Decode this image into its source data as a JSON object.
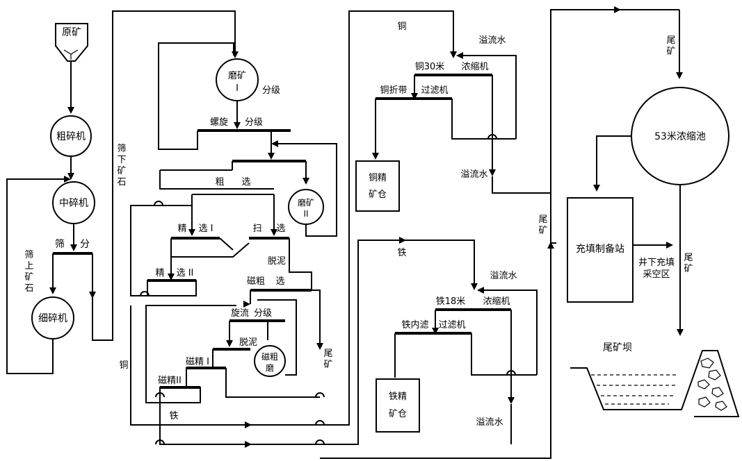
{
  "colors": {
    "ink": "#000000",
    "background": "#ffffff"
  },
  "labels": {
    "raw_ore": "原矿",
    "coarse_crusher": "粗碎机",
    "medium_crusher": "中碎机",
    "fine_crusher": "细碎机",
    "screen": "筛",
    "screen_split": "分",
    "oversize_1": "筛",
    "oversize_2": "上",
    "oversize_3": "矿",
    "oversize_4": "石",
    "undersize_1": "筛",
    "undersize_2": "下",
    "undersize_3": "矿",
    "undersize_4": "石",
    "mill1_a": "磨矿",
    "mill1_b": "I",
    "classify_top": "分级",
    "spiral": "螺旋",
    "spiral_classify": "分级",
    "rougher_a": "粗",
    "rougher_b": "选",
    "mill2_a": "磨矿",
    "mill2_b": "II",
    "cleaner1_a": "精",
    "cleaner1_b": "选 I",
    "scav_a": "扫",
    "scav_b": "选",
    "cleaner2_a": "精",
    "cleaner2_b": "选 II",
    "desludge": "脱泥",
    "mag_rough_a": "磁粗",
    "mag_rough_b": "选",
    "cyclone": "旋流",
    "cyclone_classify": "分级",
    "desludge2": "脱泥",
    "mag_grind_a": "磁粗",
    "mag_grind_b": "磨",
    "mag_clean1": "磁精 I",
    "mag_clean2": "磁精II",
    "tail_mid_a": "尾",
    "tail_mid_b": "矿",
    "copper_left": "铜",
    "iron_bottom": "铁",
    "copper_top": "铜",
    "overflow_cu_top": "溢流水",
    "cu_thickener_a": "铜30米",
    "cu_thickener_b": "浓缩机",
    "cu_filter_a": "铜折带",
    "cu_filter_b": "过滤机",
    "overflow_cu_bottom": "溢流水",
    "cu_bin_a": "铜精",
    "cu_bin_b": "矿仓",
    "iron_top": "铁",
    "overflow_fe_top": "溢流水",
    "fe_thickener_a": "铁18米",
    "fe_thickener_b": "浓缩机",
    "fe_filter_a": "铁内滤",
    "fe_filter_b": "过滤机",
    "overflow_fe_bottom": "溢流水",
    "fe_bin_a": "铁精",
    "fe_bin_b": "矿仓",
    "tail_right_a": "尾",
    "tail_right_b": "矿",
    "tail_top_a": "尾",
    "tail_top_b": "矿",
    "thickener53": "53米浓缩池",
    "backfill_station": "充填制备站",
    "backfill_a": "井下充填",
    "backfill_b": "采空区",
    "tail_lower_a": "尾",
    "tail_lower_b": "矿",
    "tailings_dam": "尾矿坝"
  }
}
